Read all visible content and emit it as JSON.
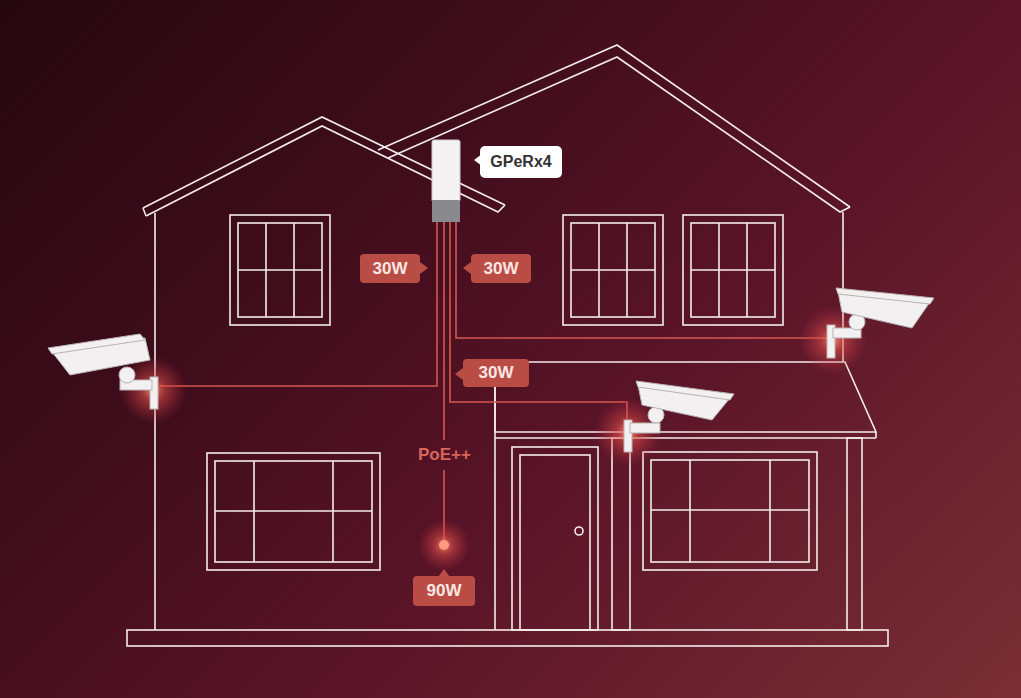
{
  "diagram": {
    "nodes": [
      {
        "text": [
          "GPeRx4"
        ]
      },
      {
        "text": [
          "30W"
        ]
      },
      {
        "text": [
          "30W"
        ]
      },
      {
        "text": [
          "30W"
        ]
      },
      {
        "text": [
          "90W"
        ]
      }
    ],
    "labels": [
      "PoE++"
    ]
  }
}
